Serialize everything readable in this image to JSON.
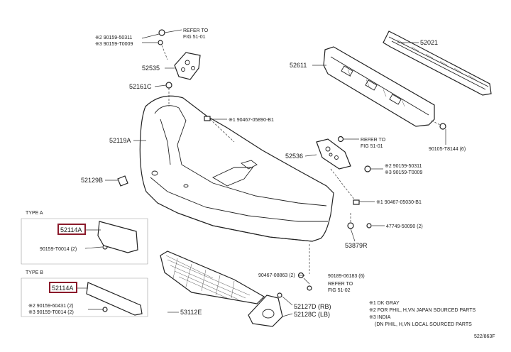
{
  "labels": {
    "refer_top": "REFER TO",
    "fig_top": "FIG 51-01",
    "p90159_50311_a": "※2 90159-50311",
    "p90159_t0009_a": "※3 90159-T0009",
    "p52535": "52535",
    "p52161c": "52161C",
    "p90467_05890": "※1 90467-05890-B1",
    "p52119a": "52119A",
    "p52129b": "52129B",
    "p52021": "52021",
    "p52611": "52611",
    "p90105_t8144": "90105-T8144 (6)",
    "refer_mid": "REFER TO",
    "fig_mid": "FIG 51-01",
    "p52536": "52536",
    "p90159_50311_b": "※2 90159-50311",
    "p90159_t0009_b": "※3 90159-T0009",
    "p90467_05030": "※1 90467-05030-B1",
    "p47749_50090": "47749-50090 (2)",
    "p53879r": "53879R",
    "type_a": "TYPE A",
    "p52114a_a": "52114A",
    "p90159_t0014_a": "90159-T0014 (2)",
    "type_b": "TYPE B",
    "p52114a_b": "52114A",
    "p90159_60431": "※2 90159-60431 (2)",
    "p90159_t0014_b": "※3 90159-T0014 (2)",
    "p53112e": "53112E",
    "p90467_08863": "90467-08863 (2)",
    "p90189_06183": "90189-06183 (6)",
    "refer_bot": "REFER TO",
    "fig_bot": "FIG 51-02",
    "p52127d": "52127D (RB)",
    "p52128c": "52128C (LB)",
    "legend_1": "※1 DK GRAY",
    "legend_2": "※2 FOR PHIL, H,VN JAPAN SOURCED PARTS",
    "legend_3": "※3 INDIA",
    "legend_4": "(DN PHIL, H,VN LOCAL SOURCED PARTS",
    "code": "522/863F"
  },
  "colors": {
    "highlight_box": "#8b1a2b",
    "ink": "#1a1a1a"
  }
}
